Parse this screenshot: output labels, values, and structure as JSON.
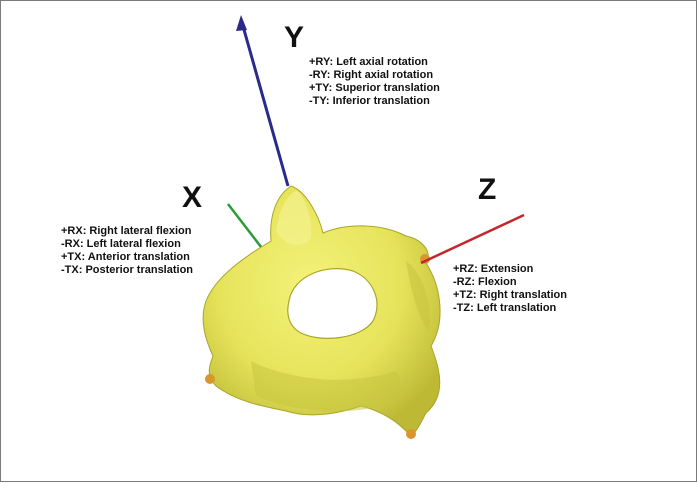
{
  "axes": {
    "y": {
      "label": "Y",
      "color": "#2a2a8a",
      "motions": [
        "+RY: Left axial rotation",
        "-RY: Right axial rotation",
        "+TY: Superior translation",
        "-TY: Inferior translation"
      ]
    },
    "x": {
      "label": "X",
      "color": "#2f9a3a",
      "motions": [
        "+RX: Right lateral flexion",
        "-RX: Left lateral flexion",
        "+TX: Anterior translation",
        "-TX: Posterior translation"
      ]
    },
    "z": {
      "label": "Z",
      "color": "#c2272d",
      "motions": [
        "+RZ: Extension",
        "-RZ: Flexion",
        "+TZ: Right translation",
        "-TZ: Left translation"
      ]
    }
  },
  "vertebra": {
    "body_color": "#e6e35a",
    "shadow_color": "#b9b530",
    "marker_color": "#d9962e"
  }
}
